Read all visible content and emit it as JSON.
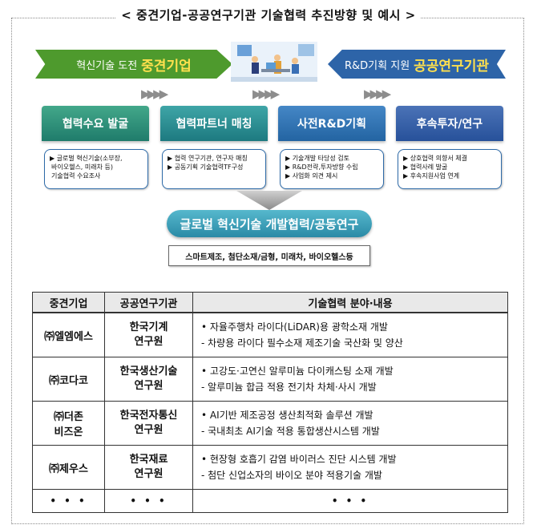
{
  "title": "< 중견기업-공공연구기관 기술협력 추진방향 및 예시 >",
  "banner_left": {
    "prefix": "혁신기술 도전",
    "emphasis": "중견기업"
  },
  "banner_right": {
    "prefix": "R&D기획 지원",
    "emphasis": "공공연구기관"
  },
  "chevrons": "▶▶▶▶",
  "steps": [
    {
      "label": "협력수요 발굴",
      "items": [
        "▶ 글로벌 혁신기술(소부장,",
        "  바이오헬스, 미래차 등)",
        "  기술협력 수요조사"
      ]
    },
    {
      "label": "협력파트너 매칭",
      "items": [
        "▶ 협력 연구기관, 연구자 매칭",
        "▶ 공동기획 기술협력TF구성"
      ]
    },
    {
      "label": "사전R&D기획",
      "items": [
        "▶ 기술개발 타당성 검토",
        "▶ R&D전략,투자방향 수립",
        "▶ 사업화 의견 제시"
      ]
    },
    {
      "label": "후속투자/연구",
      "items": [
        "▶ 상호협력 의향서 체결",
        "▶ 협력사례 발굴",
        "▶ 후속지원사업 연계"
      ]
    }
  ],
  "collab_label": "글로벌 혁신기술 개발협력/공동연구",
  "fields_label": "스마트제조, 첨단소재/금형, 미래차, 바이오헬스등",
  "table": {
    "headers": [
      "중견기업",
      "공공연구기관",
      "기술협력 분야·내용"
    ],
    "rows": [
      {
        "company": "㈜엘엠에스",
        "institute": [
          "한국기계",
          "연구원"
        ],
        "lines": [
          "• 자율주행차 라이다(LiDAR)용 광학소재 개발",
          " - 차량용 라이다 필수소재 제조기술 국산화 및 양산"
        ]
      },
      {
        "company": "㈜코다코",
        "institute": [
          "한국생산기술",
          "연구원"
        ],
        "lines": [
          "• 고강도·고연신 알루미늄 다이캐스팅 소재 개발",
          " - 알루미늄 합금 적용 전기차 차체·사시 개발"
        ]
      },
      {
        "company": [
          "㈜더존",
          "비즈온"
        ],
        "institute": [
          "한국전자통신",
          "연구원"
        ],
        "lines": [
          "• AI기반 제조공정 생산최적화 솔루션 개발",
          " - 국내최초 AI기술 적용 통합생산시스템 개발"
        ]
      },
      {
        "company": "㈜제우스",
        "institute": [
          "한국재료",
          "연구원"
        ],
        "lines": [
          "• 현장형 호흡기 감염 바이러스 진단 시스템 개발",
          " - 첨단 신업소자의 바이오 분야 적용기술 개발"
        ]
      }
    ],
    "ellipsis": "• • •"
  },
  "colors": {
    "green": "#4e9a2d",
    "blue": "#2d64a8",
    "accent": "#ffe04d"
  }
}
